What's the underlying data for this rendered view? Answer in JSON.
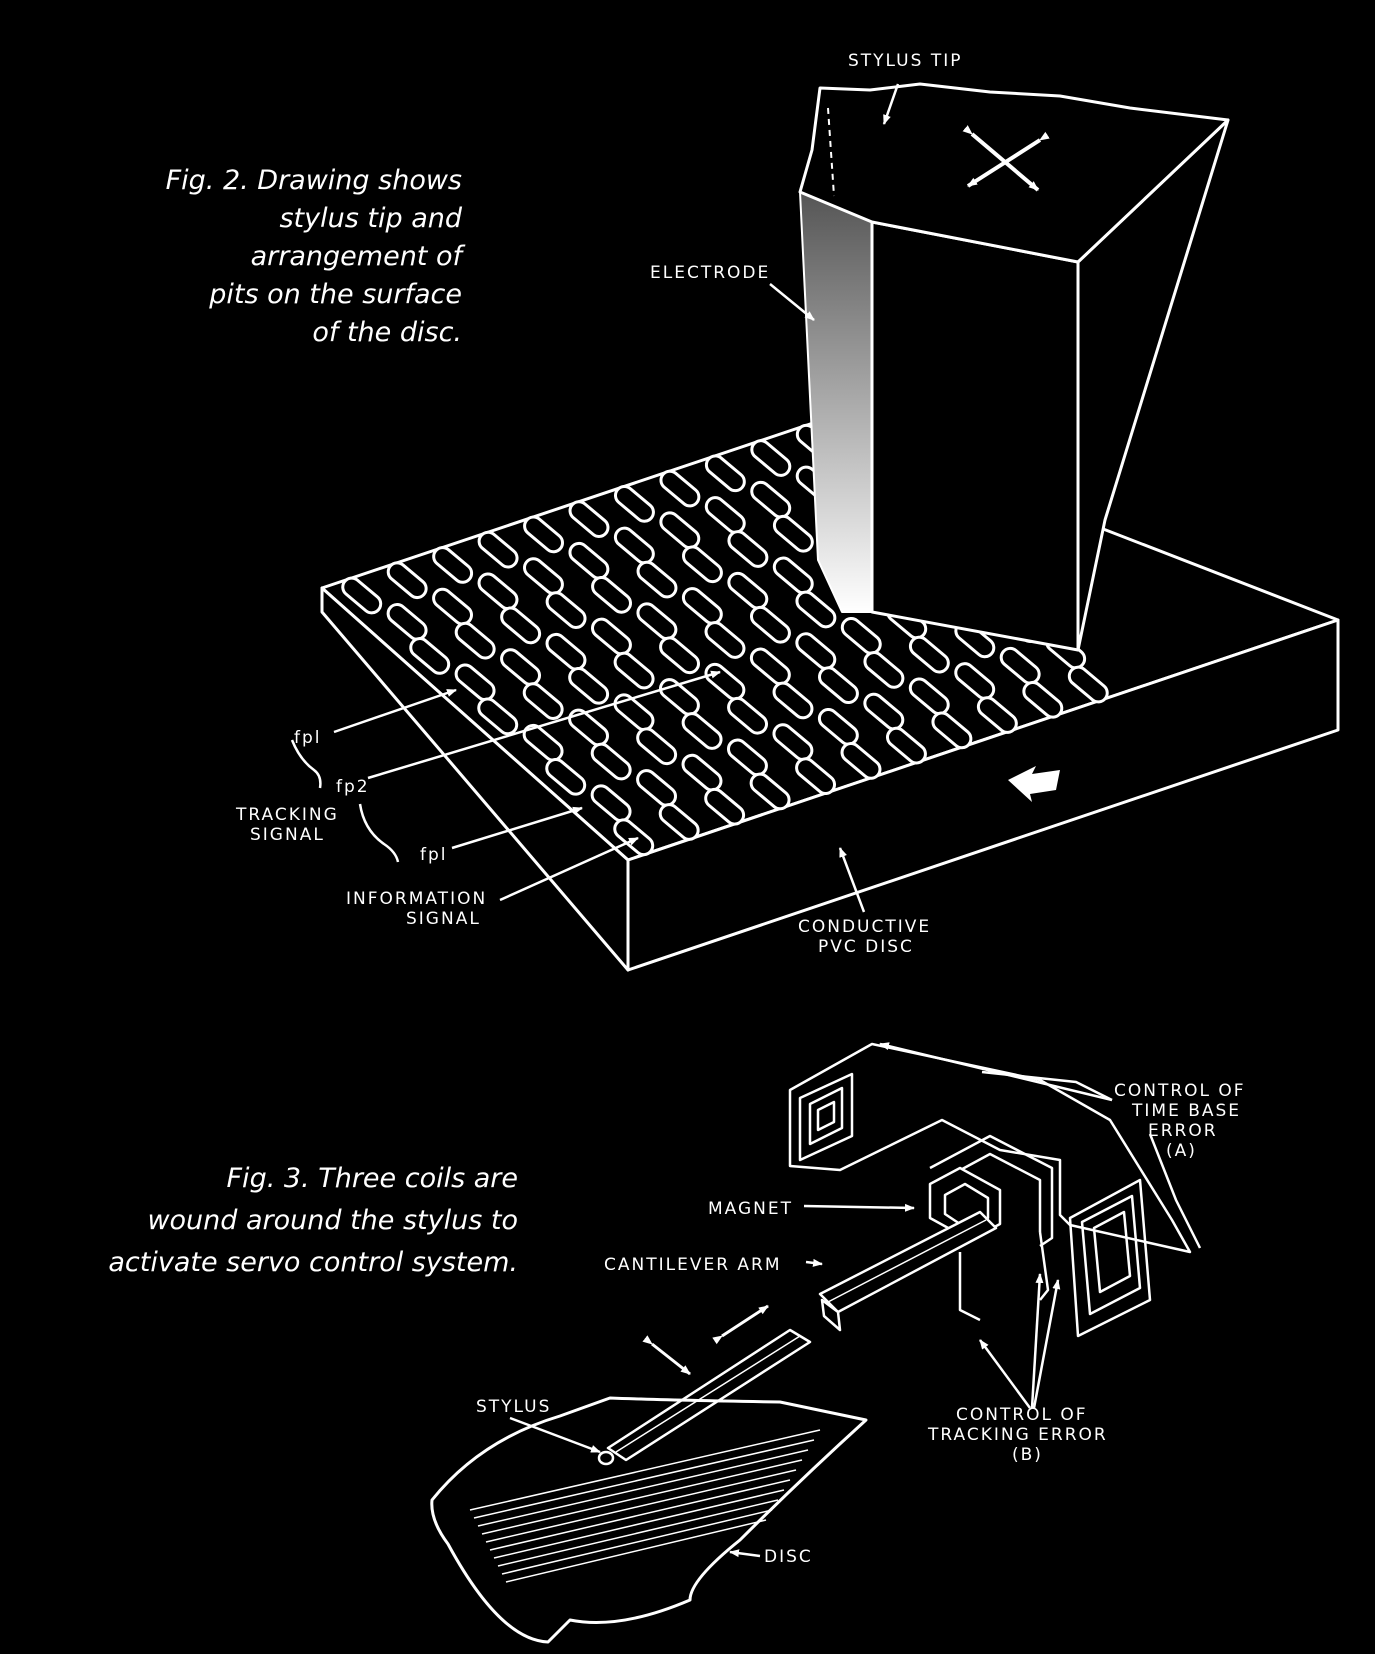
{
  "fig2": {
    "caption_lines": [
      "Fig. 2. Drawing shows",
      "stylus tip and",
      "arrangement of",
      "pits on the surface",
      "of the disc."
    ],
    "labels": {
      "stylus_tip": "STYLUS TIP",
      "electrode": "ELECTRODE",
      "fp1_top": "fpl",
      "fp2": "fp2",
      "fp1_bottom": "fpl",
      "tracking_1": "TRACKING",
      "tracking_2": "SIGNAL",
      "information_1": "INFORMATION",
      "information_2": "SIGNAL",
      "conductive_1": "CONDUCTIVE",
      "conductive_2": "PVC DISC"
    }
  },
  "fig3": {
    "caption_lines": [
      "Fig. 3. Three coils are",
      "wound around the stylus to",
      "activate servo control system."
    ],
    "labels": {
      "timebase_1": "CONTROL OF",
      "timebase_2": "TIME BASE",
      "timebase_3": "ERROR",
      "timebase_4": "(A)",
      "magnet": "MAGNET",
      "cantilever": "CANTILEVER ARM",
      "stylus": "STYLUS",
      "tracking_1": "CONTROL OF",
      "tracking_2": "TRACKING ERROR",
      "tracking_3": "(B)",
      "disc": "DISC"
    }
  }
}
